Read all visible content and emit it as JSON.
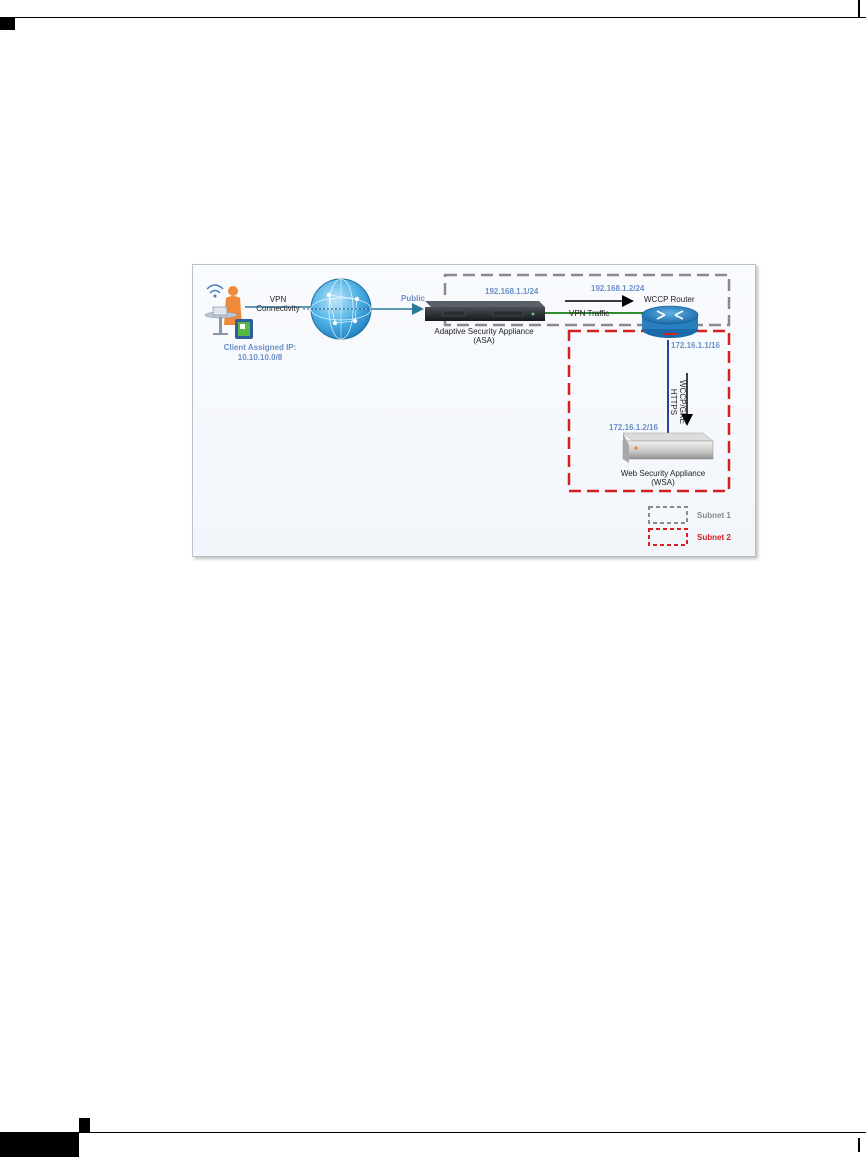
{
  "diagram": {
    "vpn_label_line1": "VPN",
    "vpn_label_line2": "Connectivity",
    "client_ip_line1": "Client Assigned IP:",
    "client_ip_line2": "10.10.10.0/8",
    "public_label": "Public",
    "asa_ip": "192.168.1.1/24",
    "router_ip": "192.168.1.2/24",
    "asa_label_line1": "Adaptive Security Appliance",
    "asa_label_line2": "(ASA)",
    "vpn_traffic_label": "VPN Traffic",
    "router_label": "WCCP Router",
    "router_subnet2_ip": "172.16.1.1/16",
    "wccp_label_line1": "WCCP/GRE",
    "wccp_label_line2": "HTTPS",
    "wsa_ip": "172.16.1.2/16",
    "wsa_label_line1": "Web Security Appliance",
    "wsa_label_line2": "(WSA)",
    "legend_subnet1": "Subnet 1",
    "legend_subnet2": "Subnet 2",
    "colors": {
      "subnet1": "#8a8a8a",
      "subnet2": "#d42020",
      "ip_text": "#6b8fc6",
      "globe": "#3a9fd6",
      "router": "#1f78b4"
    }
  }
}
